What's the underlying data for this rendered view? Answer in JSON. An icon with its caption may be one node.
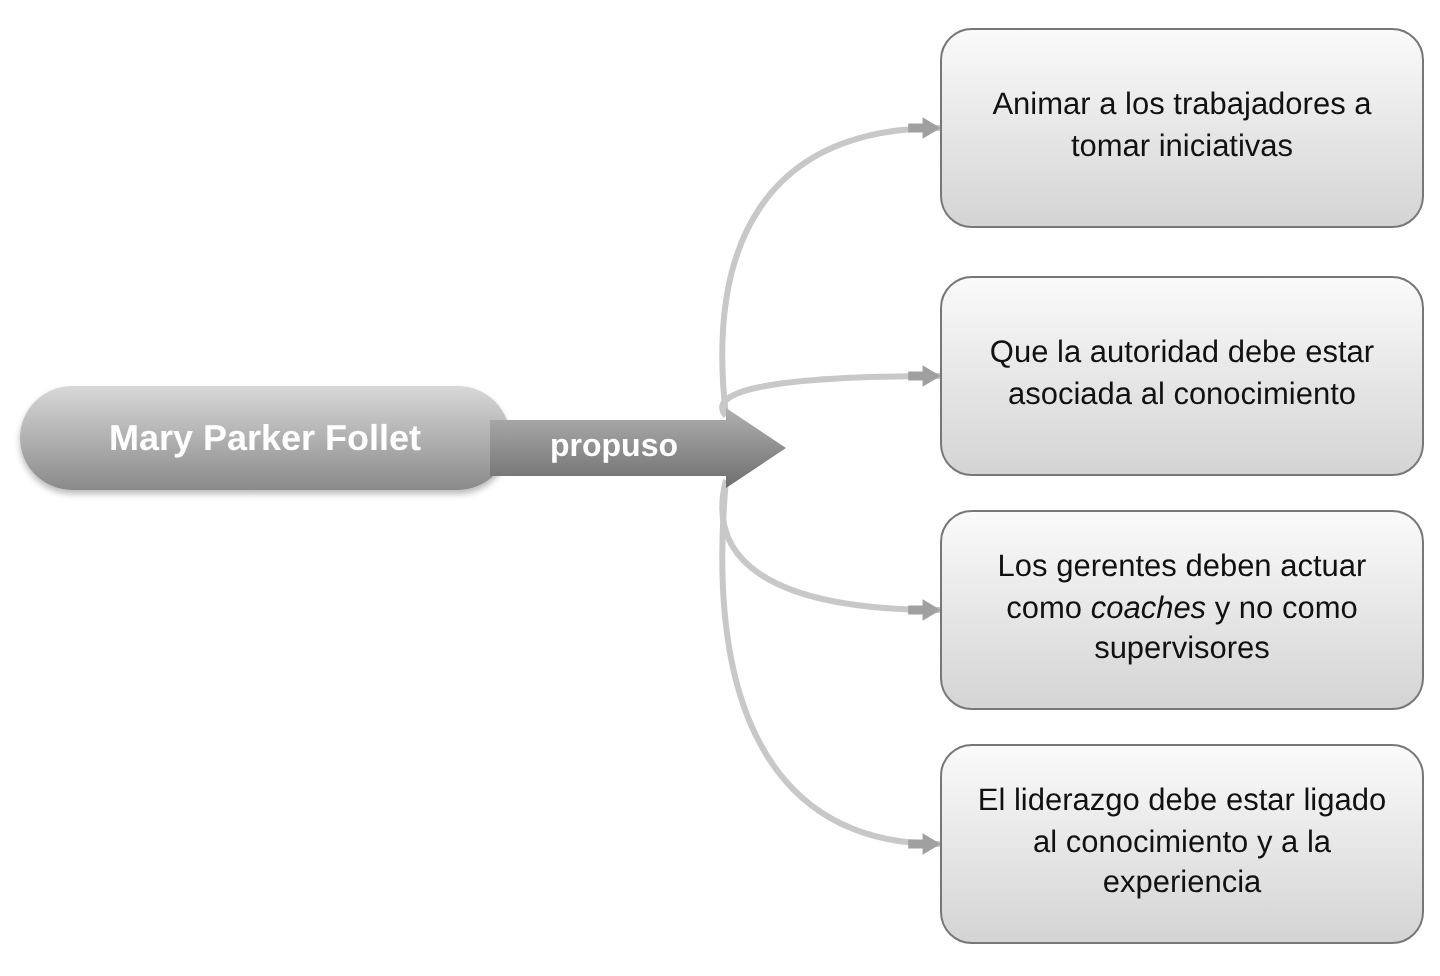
{
  "diagram": {
    "nodes": [
      {
        "text": [
          "Mary Parker Follet"
        ]
      },
      {
        "text": [
          "propuso"
        ]
      },
      {
        "text": [
          "Animar a los trabajadores a tomar iniciativas"
        ]
      },
      {
        "text": [
          "Que la autoridad debe estar asociada al conocimiento"
        ]
      },
      {
        "text": [
          "Los gerentes deben actuar como *coaches* y no como supervisores"
        ]
      },
      {
        "text": [
          "El liderazgo debe estar ligado al conocimiento y a la experiencia"
        ]
      }
    ],
    "edges": [
      {
        "from": 1,
        "to": 2,
        "arrow": "to"
      },
      {
        "from": 1,
        "to": 3,
        "arrow": "to"
      },
      {
        "from": 1,
        "to": 4,
        "arrow": "to"
      },
      {
        "from": 1,
        "to": 5,
        "arrow": "to"
      }
    ]
  }
}
